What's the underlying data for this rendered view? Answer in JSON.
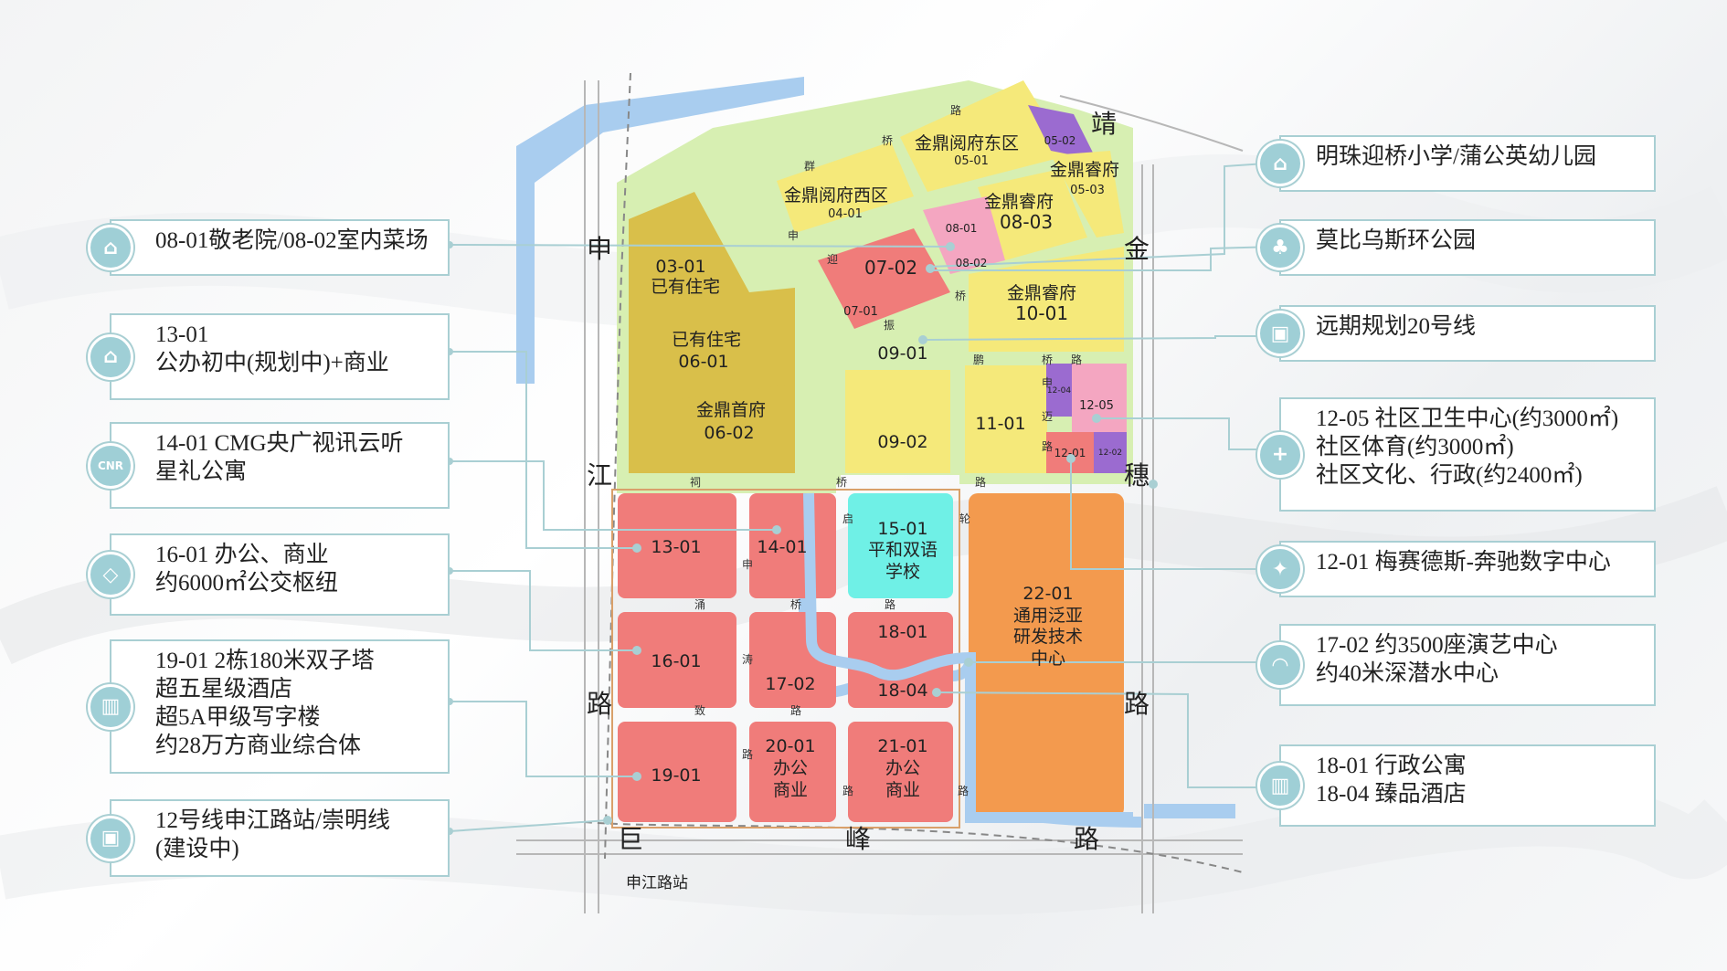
{
  "map": {
    "roads": {
      "north_1": "靖",
      "north_2": "金",
      "north_3": "穗",
      "north_4": "路",
      "west_1": "申",
      "west_2": "江",
      "west_3": "路",
      "south_1": "巨",
      "south_2": "峰",
      "south_3": "路",
      "inner_road_1": [
        "路",
        "桥",
        "群",
        "申",
        "迎",
        "桥",
        "振"
      ],
      "inner_road_2": [
        "鹏",
        "桥",
        "路",
        "申",
        "迈",
        "路"
      ],
      "inner_road_3": [
        "祠",
        "桥",
        "路"
      ],
      "inner_road_4": [
        "启",
        "轮"
      ],
      "inner_road_5": [
        "申",
        "涌",
        "桥",
        "路"
      ],
      "inner_road_6": [
        "涛",
        "路",
        "致",
        "路",
        "路"
      ],
      "inner_road_7": [
        "路"
      ],
      "station": "申江路站"
    },
    "parcels": {
      "p0502": "05-02",
      "p0501_name": "金鼎阅府东区",
      "p0501": "05-01",
      "p0401_name": "金鼎阅府西区",
      "p0401": "04-01",
      "p0503_name": "金鼎睿府",
      "p0503": "05-03",
      "p0803_name": "金鼎睿府",
      "p0803": "08-03",
      "p0801": "08-01",
      "p0802": "08-02",
      "p0702": "07-02",
      "p0701": "07-01",
      "p1001_name": "金鼎睿府",
      "p1001": "10-01",
      "p0301": "03-01",
      "p0301_name": "已有住宅",
      "p0601_name": "已有住宅",
      "p0601": "06-01",
      "p0602_name": "金鼎首府",
      "p0602": "06-02",
      "p0901": "09-01",
      "p0902": "09-02",
      "p1101": "11-01",
      "p1204": "12-04",
      "p1205": "12-05",
      "p1201": "12-01",
      "p1202": "12-02",
      "p1301": "13-01",
      "p1401": "14-01",
      "p1501": "15-01",
      "p1501_name_1": "平和双语",
      "p1501_name_2": "学校",
      "p2201": "22-01",
      "p2201_name_1": "通用泛亚",
      "p2201_name_2": "研发技术",
      "p2201_name_3": "中心",
      "p1601": "16-01",
      "p1702": "17-02",
      "p1801": "18-01",
      "p1804": "18-04",
      "p1901": "19-01",
      "p2001": "20-01",
      "p2001_name_1": "办公",
      "p2001_name_2": "商业",
      "p2101": "21-01",
      "p2101_name_1": "办公",
      "p2101_name_2": "商业"
    },
    "colors": {
      "residential": "#f5e97a",
      "existing": "#d9bf4a",
      "commercial": "#f07c7a",
      "orange": "#f39a4e",
      "school": "#6ff0e6",
      "pink": "#f4a6c1",
      "purple": "#9b6bd0",
      "green": "#d7efb2",
      "river": "#a9cdef",
      "accent": "#a9cfd3"
    }
  },
  "callouts_left": [
    {
      "icon": "basket-icon",
      "text": "08-01敬老院/08-02室内菜场"
    },
    {
      "icon": "school-building-icon",
      "text": "13-01\n公办初中(规划中)+商业"
    },
    {
      "icon": "cnr-logo-icon",
      "text": "14-01 CMG央广视讯云听\n星礼公寓"
    },
    {
      "icon": "shopping-bag-icon",
      "text": "16-01 办公、商业\n约6000㎡公交枢纽"
    },
    {
      "icon": "office-tower-icon",
      "text": "19-01 2栋180米双子塔\n超五星级酒店\n超5A甲级写字楼\n约28万方商业综合体"
    },
    {
      "icon": "metro-train-icon",
      "text": "12号线申江路站/崇明线\n(建设中)"
    }
  ],
  "callouts_right": [
    {
      "icon": "school-icon",
      "text": "明珠迎桥小学/蒲公英幼儿园"
    },
    {
      "icon": "tree-icon",
      "text": "莫比乌斯环公园"
    },
    {
      "icon": "train-icon",
      "text": "远期规划20号线"
    },
    {
      "icon": "medical-cross-icon",
      "text": "12-05 社区卫生中心(约3000㎡)\n社区体育(约3000㎡)\n社区文化、行政(约2400㎡)"
    },
    {
      "icon": "mercedes-logo-icon",
      "text": "12-01 梅赛德斯-奔驰数字中心"
    },
    {
      "icon": "theater-mask-icon",
      "text": "17-02 约3500座演艺中心\n约40米深潜水中心"
    },
    {
      "icon": "hotel-icon",
      "text": "18-01 行政公寓\n18-04 臻品酒店"
    }
  ],
  "icon_glyphs": {
    "basket-icon": "⌂",
    "school-building-icon": "⌂",
    "cnr-logo-icon": "CNR",
    "shopping-bag-icon": "◇",
    "office-tower-icon": "▥",
    "metro-train-icon": "▣",
    "school-icon": "⌂",
    "tree-icon": "♣",
    "train-icon": "▣",
    "medical-cross-icon": "+",
    "mercedes-logo-icon": "✦",
    "theater-mask-icon": "◠",
    "hotel-icon": "▥"
  }
}
